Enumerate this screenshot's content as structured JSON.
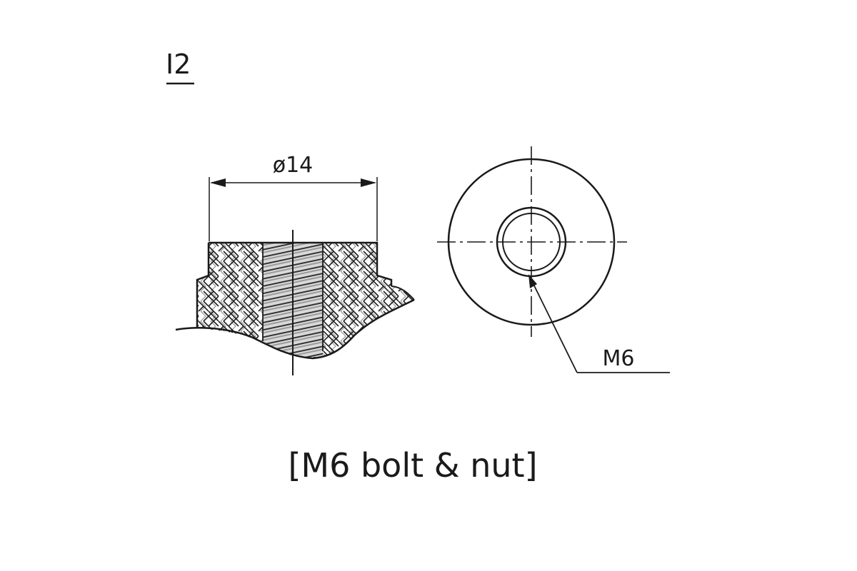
{
  "detail_label": "I2",
  "dimension_label": "ø14",
  "thread_label": "M6",
  "caption": "[M6 bolt & nut]"
}
